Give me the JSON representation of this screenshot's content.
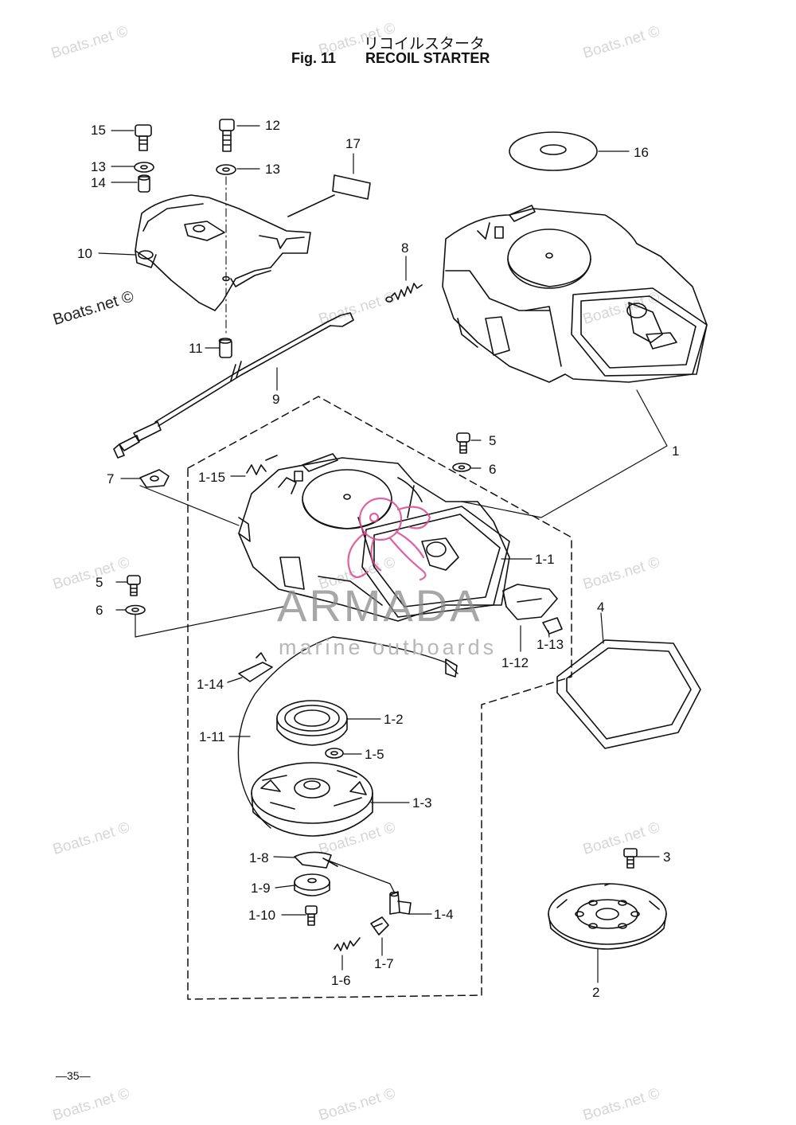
{
  "title_jp": "リコイルスタータ",
  "figure_number": "Fig. 11",
  "figure_name": "RECOIL STARTER",
  "watermark_text": "Boats.net ©",
  "brand": {
    "name": "ARMADA",
    "tagline": "marine outboards",
    "accent_color": "#d9488f"
  },
  "page_number": "—35—",
  "labels": {
    "l15": "15",
    "l12": "12",
    "l13a": "13",
    "l13b": "13",
    "l14": "14",
    "l17": "17",
    "l16": "16",
    "l10": "10",
    "l8": "8",
    "l11": "11",
    "l9": "9",
    "l1": "1",
    "l5a": "5",
    "l6a": "6",
    "l7": "7",
    "l1_15": "1-15",
    "l1_1": "1-1",
    "l5b": "5",
    "l6b": "6",
    "l4": "4",
    "l1_13": "1-13",
    "l1_12": "1-12",
    "l1_14": "1-14",
    "l1_2": "1-2",
    "l1_11": "1-11",
    "l1_5": "1-5",
    "l1_3": "1-3",
    "l1_8": "1-8",
    "l3": "3",
    "l1_9": "1-9",
    "l1_4": "1-4",
    "l1_10": "1-10",
    "l1_7": "1-7",
    "l1_6": "1-6",
    "l2": "2"
  }
}
